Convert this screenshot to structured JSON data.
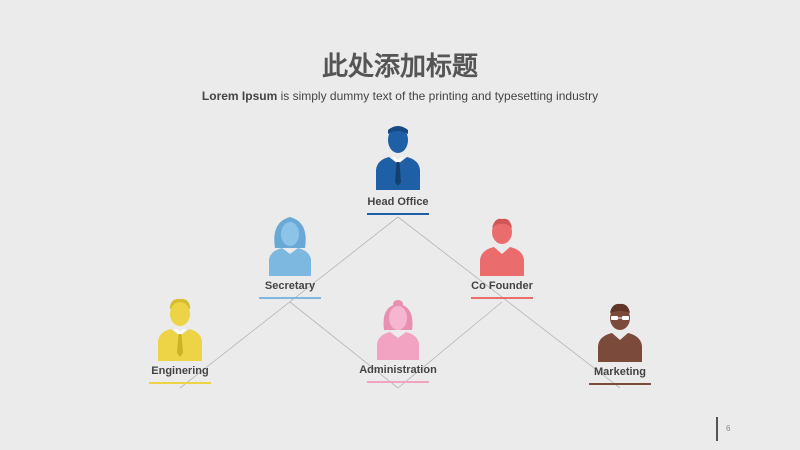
{
  "title": "此处添加标题",
  "subtitle": {
    "bold": "Lorem Ipsum",
    "rest": " is simply dummy text of the printing and typesetting industry"
  },
  "nodes": [
    {
      "label": "Head Office",
      "color": "#1f5fa6",
      "icon": "businessman-tie-icon"
    },
    {
      "label": "Secretary",
      "color": "#7db8e0",
      "icon": "woman-icon"
    },
    {
      "label": "Co Founder",
      "color": "#ea6c6c",
      "icon": "man-icon"
    },
    {
      "label": "Enginering",
      "color": "#ecd446",
      "icon": "man-tie-icon"
    },
    {
      "label": "Administration",
      "color": "#f3a3c2",
      "icon": "woman-icon"
    },
    {
      "label": "Marketing",
      "color": "#7b4a3a",
      "icon": "man-glasses-icon"
    }
  ],
  "page_number": "6"
}
